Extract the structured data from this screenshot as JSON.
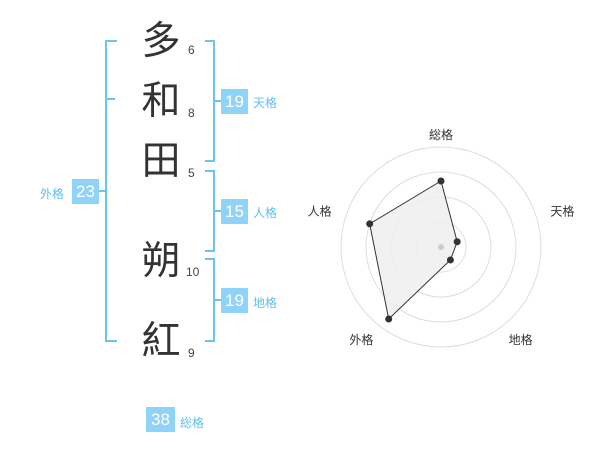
{
  "name": {
    "chars": [
      {
        "char": "多",
        "strokes": "6"
      },
      {
        "char": "和",
        "strokes": "8"
      },
      {
        "char": "田",
        "strokes": "5"
      },
      {
        "char": "朔",
        "strokes": "10"
      },
      {
        "char": "紅",
        "strokes": "9"
      }
    ]
  },
  "kakusu": {
    "tenkaku": {
      "value": "19",
      "label": "天格"
    },
    "jinkaku": {
      "value": "15",
      "label": "人格"
    },
    "chikaku": {
      "value": "19",
      "label": "地格"
    },
    "gaikaku": {
      "value": "23",
      "label": "外格"
    },
    "soukaku": {
      "value": "38",
      "label": "総格"
    }
  },
  "radar": {
    "axes": [
      "総格",
      "天格",
      "地格",
      "外格",
      "人格"
    ],
    "levels": 4,
    "values": {
      "総格": 0.66,
      "天格": 0.17,
      "地格": 0.16,
      "外格": 0.89,
      "人格": 0.75
    },
    "fill_color": "#eeeeee",
    "line_color": "#333333",
    "grid_color": "#dddddd"
  }
}
